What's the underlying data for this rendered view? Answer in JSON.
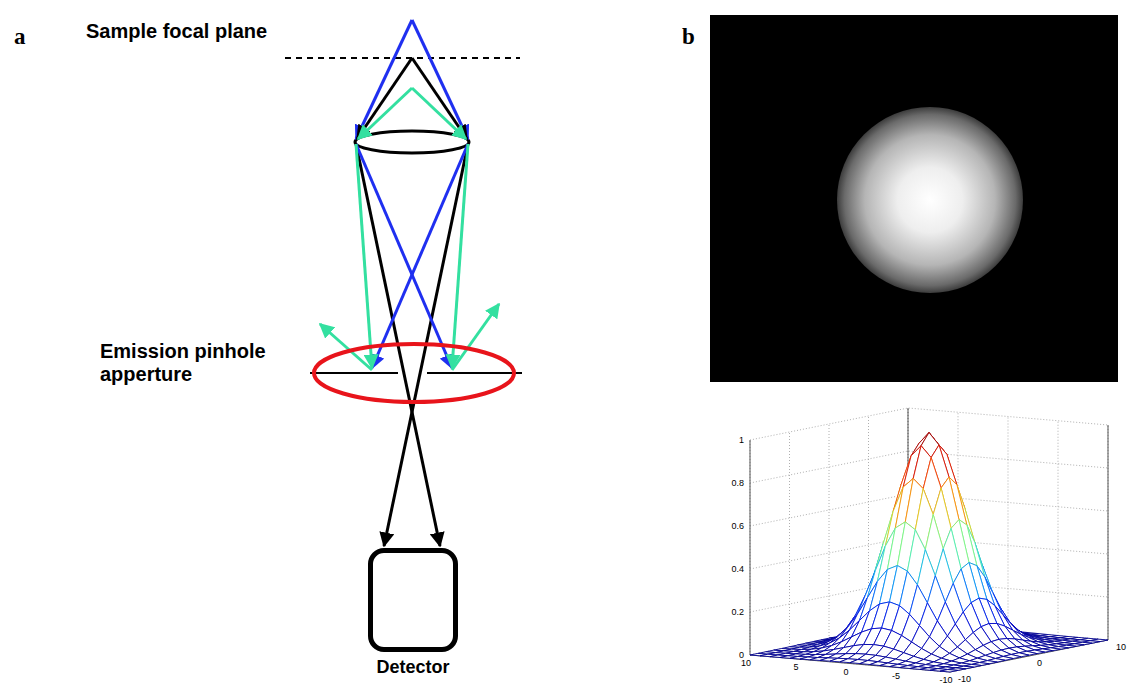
{
  "diagram": {
    "nodes": [
      {
        "text": [
          "Detector"
        ]
      }
    ],
    "labels": [
      "a",
      "b",
      "Sample focal plane",
      "Emission pinhole apperture",
      "0",
      "0.2",
      "0.4",
      "0.6",
      "0.8",
      "1",
      "10",
      "5",
      "0",
      "-5",
      "-10",
      "10",
      "0",
      "-10"
    ]
  }
}
